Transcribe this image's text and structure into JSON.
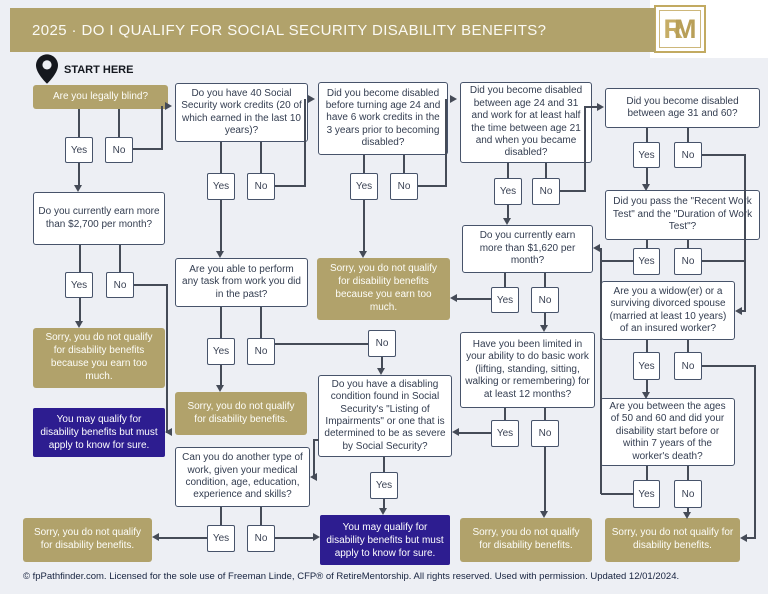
{
  "header": {
    "title": "2025 · DO I QUALIFY FOR SOCIAL SECURITY DISABILITY BENEFITS?",
    "logo_r": "R",
    "logo_m": "M"
  },
  "start": {
    "label": "START HERE"
  },
  "answers": {
    "yes": "Yes",
    "no": "No"
  },
  "questions": {
    "blind": "Are you legally blind?",
    "credits40": "Do you have 40 Social Security work credits (20 of which earned in the last 10 years)?",
    "before24": "Did you become disabled before turning age 24 and have 6 work credits in the 3 years prior to becoming disabled?",
    "between2431": "Did you become disabled between age 24 and 31 and work for at least half the time between age 21 and when you became disabled?",
    "between3160": "Did you become disabled between age 31 and 60?",
    "workTests": "Did you pass the \"Recent Work Test\" and the \"Duration of Work Test\"?",
    "widow": "Are you a widow(er) or a surviving divorced spouse (married at least 10 years) of an insured worker?",
    "age5060": "Are you between the ages of 50 and 60 and did your disability start before or within 7 years of the worker's death?",
    "earn2700": "Do you currently earn more than $2,700 per month?",
    "earn1620": "Do you currently earn more than $1,620 per month?",
    "pastWork": "Are you able to perform any task from work you did in the past?",
    "limited12": "Have you been limited in your ability to do basic work (lifting, standing, sitting, walking or remembering) for at least 12 months?",
    "listing": "Do you have a disabling condition found in Social Security's \"Listing of Impairments\" or one that is determined to be as severe by Social Security?",
    "otherWork": "Can you do another type of work, given your medical condition, age, education, experience and skills?"
  },
  "outcomes": {
    "earnTooMuchLeft": "Sorry, you do not qualify for disability benefits because you earn too much.",
    "earnTooMuchMid": "Sorry, you do not qualify for disability benefits because you earn too much.",
    "mayQualifyLeft": "You may qualify for disability benefits but must apply to know for sure.",
    "mayQualifyBottom": "You may qualify for disability benefits but must apply to know for sure.",
    "noQualifyMid": "Sorry, you do not qualify for disability benefits.",
    "noQualifyBottomLeft": "Sorry, you do not qualify for disability benefits.",
    "noQualifyBottomMid": "Sorry, you do not qualify for disability benefits.",
    "noQualifyBottomRight": "Sorry, you do not qualify for disability benefits."
  },
  "footer": {
    "text": "© fpPathfinder.com. Licensed for the sole use of Freeman Linde, CFP® of RetireMentorship. All rights reserved. Used with permission. Updated 12/01/2024."
  },
  "colors": {
    "tan": "#b1a26b",
    "purple": "#2d1d90",
    "line": "#454b57"
  }
}
